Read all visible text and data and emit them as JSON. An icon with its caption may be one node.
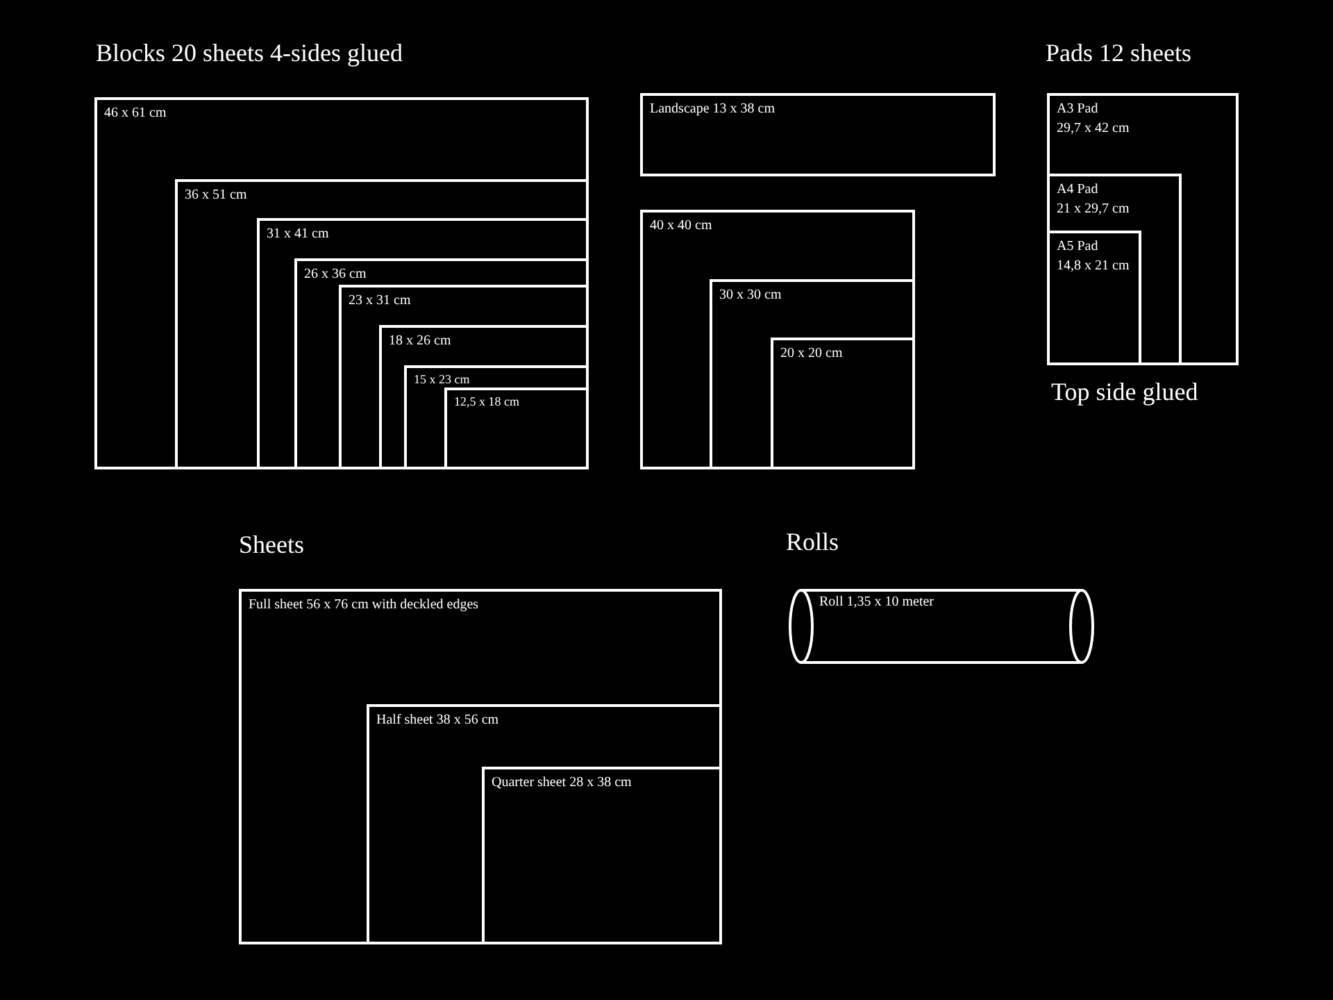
{
  "diagram": {
    "nodes": [
      {
        "text": [
          "46 x 61 cm"
        ]
      },
      {
        "text": [
          "36 x 51 cm"
        ],
        "in": 0
      },
      {
        "text": [
          "31 x 41 cm"
        ],
        "in": 1
      },
      {
        "text": [
          "26 x 36 cm"
        ],
        "in": 2
      },
      {
        "text": [
          "23 x 31 cm"
        ],
        "in": 3
      },
      {
        "text": [
          "18 x 26 cm"
        ],
        "in": 4
      },
      {
        "text": [
          "15 x 23 cm"
        ],
        "in": 5
      },
      {
        "text": [
          "12,5 x 18 cm"
        ],
        "in": 6
      },
      {
        "text": [
          "Landscape 13 x 38 cm"
        ]
      },
      {
        "text": [
          "40 x 40 cm"
        ]
      },
      {
        "text": [
          "30 x 30 cm"
        ],
        "in": 9
      },
      {
        "text": [
          "20 x 20 cm"
        ],
        "in": 10
      },
      {
        "text": [
          "A3 Pad",
          "29,7 x 42 cm"
        ]
      },
      {
        "text": [
          "A4 Pad",
          "21 x 29,7 cm"
        ],
        "in": 12
      },
      {
        "text": [
          "A5 Pad",
          "14,8 x 21 cm"
        ],
        "in": 13
      },
      {
        "text": [
          "Full sheet 56 x 76 cm with deckled edges"
        ]
      },
      {
        "text": [
          "Half sheet 38 x 56 cm"
        ],
        "in": 15
      },
      {
        "text": [
          "Quarter sheet 28 x 38 cm"
        ],
        "in": 16
      },
      {
        "text": [
          "Roll 1,35 x 10 meter"
        ]
      }
    ],
    "labels": [
      "Blocks 20 sheets 4-sides glued",
      "Pads 12 sheets",
      "Top side glued",
      "Sheets",
      "Rolls"
    ]
  }
}
